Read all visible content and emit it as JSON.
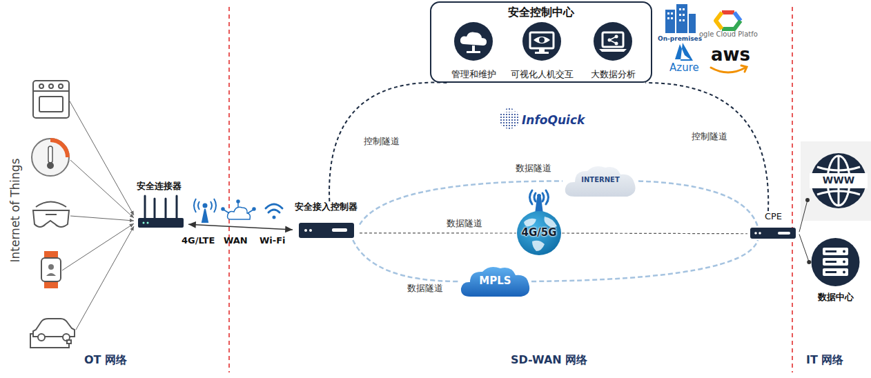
{
  "diagram": {
    "nodes": [
      {
        "text": [
          "安全控制中心"
        ]
      },
      {
        "text": [
          "管理和维护"
        ],
        "in": 0
      },
      {
        "text": [
          "可视化人机交互"
        ],
        "in": 0
      },
      {
        "text": [
          "大数据分析"
        ],
        "in": 0
      },
      {
        "text": [
          "安全连接器"
        ]
      },
      {
        "text": [
          "安全接入控制器"
        ]
      },
      {
        "text": [
          "CPE"
        ]
      },
      {
        "text": [
          "INTERNET"
        ]
      },
      {
        "text": [
          "4G/5G"
        ]
      },
      {
        "text": [
          "MPLS"
        ]
      },
      {
        "text": [
          "数据中心"
        ]
      },
      {
        "text": [
          "WWW"
        ]
      }
    ],
    "edges": [
      {
        "from": 5,
        "to": 0,
        "arrow": "none",
        "label": "控制隧道"
      },
      {
        "from": 6,
        "to": 0,
        "arrow": "none",
        "label": "控制隧道"
      },
      {
        "from": 5,
        "to": 7,
        "arrow": "none",
        "label": "数据隧道"
      },
      {
        "from": 7,
        "to": 6,
        "arrow": "none"
      },
      {
        "from": 5,
        "to": 8,
        "arrow": "none",
        "label": "数据隧道"
      },
      {
        "from": 8,
        "to": 6,
        "arrow": "none"
      },
      {
        "from": 5,
        "to": 9,
        "arrow": "none",
        "label": "数据隧道"
      },
      {
        "from": 9,
        "to": 6,
        "arrow": "none"
      },
      {
        "from": 4,
        "to": 5,
        "arrow": "both"
      },
      {
        "from": 6,
        "to": 11,
        "arrow": "none"
      },
      {
        "from": 6,
        "to": 10,
        "arrow": "none"
      }
    ],
    "labels": [
      "Internet of Things",
      "4G/LTE",
      "WAN",
      "Wi-Fi",
      "On-premises",
      "ogle Cloud Platfo",
      "Azure",
      "aws",
      "InfoQuick",
      "OT 网络",
      "SD-WAN 网络",
      "IT 网络"
    ]
  }
}
